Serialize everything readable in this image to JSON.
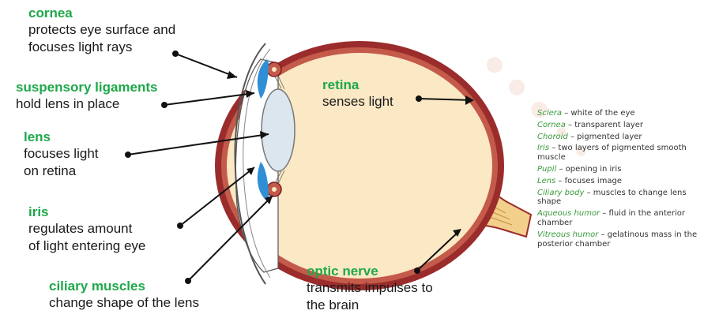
{
  "labels": {
    "cornea": {
      "title": "cornea",
      "desc1": "protects eye surface and",
      "desc2": "focuses light rays"
    },
    "suspensory": {
      "title": "suspensory ligaments",
      "desc1": "hold lens in place"
    },
    "lens": {
      "title": "lens",
      "desc1": "focuses light",
      "desc2": "on retina"
    },
    "iris": {
      "title": "iris",
      "desc1": "regulates amount",
      "desc2": "of light entering eye"
    },
    "ciliary": {
      "title": "ciliary muscles",
      "desc1": "change shape of the lens"
    },
    "retina": {
      "title": "retina",
      "desc1": "senses light"
    },
    "optic": {
      "title": "optic nerve",
      "desc1": "transmits impulses to",
      "desc2": "the brain"
    }
  },
  "legend": [
    {
      "term": "Sclera",
      "def": " – white of the eye"
    },
    {
      "term": "Cornea",
      "def": " – transparent layer"
    },
    {
      "term": "Choroid",
      "def": " – pigmented layer"
    },
    {
      "term": "Iris",
      "def": " – two layers of pigmented smooth muscle"
    },
    {
      "term": "Pupil",
      "def": " – opening in iris"
    },
    {
      "term": "Lens",
      "def": " – focuses image"
    },
    {
      "term": "Ciliary body",
      "def": " – muscles to change lens shape"
    },
    {
      "term": "Aqueous humor",
      "def": " – fluid in the anterior chamber"
    },
    {
      "term": "Vitreous humor",
      "def": " – gelatinous mass in the posterior chamber"
    }
  ],
  "colors": {
    "label_title": "#1fa84a",
    "sclera": "#9b2c2c",
    "eyeball_fill": "#fbe8c4",
    "iris": "#2f8fd6",
    "optic_nerve": "#f3cf8c"
  }
}
